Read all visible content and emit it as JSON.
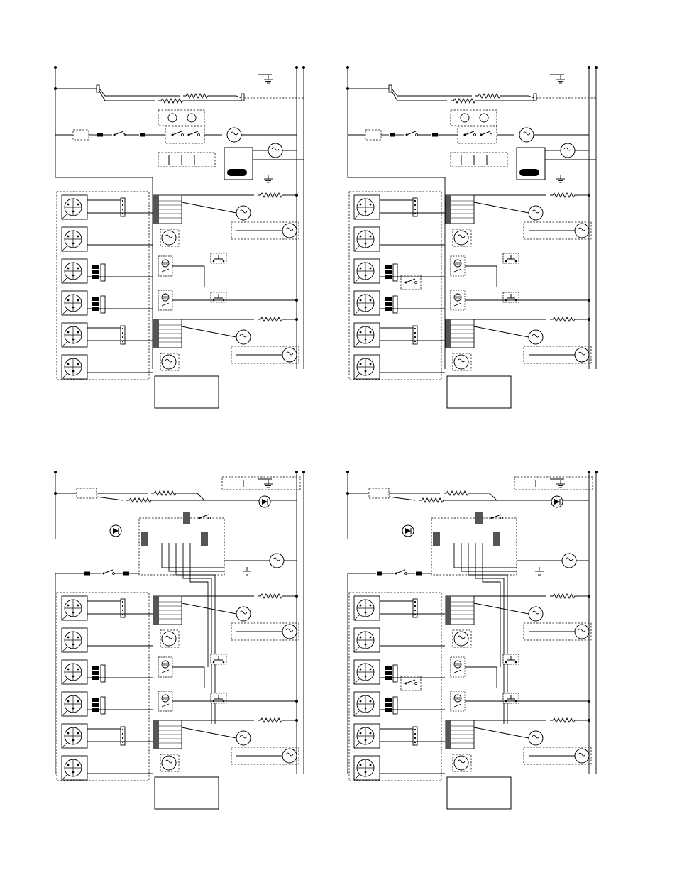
{
  "page": {
    "background": "#ffffff",
    "ink": "#000000",
    "component_fill": "#555555"
  },
  "diagrams": [
    {
      "id": "top-left",
      "variant": "standard"
    },
    {
      "id": "top-right",
      "variant": "with-relay-box"
    },
    {
      "id": "bottom-left",
      "variant": "electronic-standard"
    },
    {
      "id": "bottom-right",
      "variant": "electronic-with-relay-box"
    }
  ]
}
